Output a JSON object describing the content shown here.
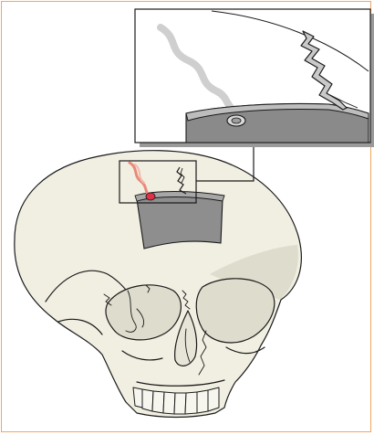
{
  "figure": {
    "frame_color": "#f0a660",
    "bone_color": "#f1efe2",
    "bone_shadow_color": "#dedccd",
    "outline_color": "#1a1a1a",
    "fracture_panel_color": "#8e8e8e",
    "heat_wave_color": "#e88a7a",
    "hot_spot_color": "#e0304a",
    "inset_wave_color": "#cfcfcf",
    "inset_bone_color": "#8a8a8a",
    "inset_shadow_color": "#9a9a9a",
    "icons": [
      "skull-illustration",
      "magnifier-inset",
      "fracture-crack",
      "heat-wave",
      "hot-spot-marker"
    ]
  }
}
